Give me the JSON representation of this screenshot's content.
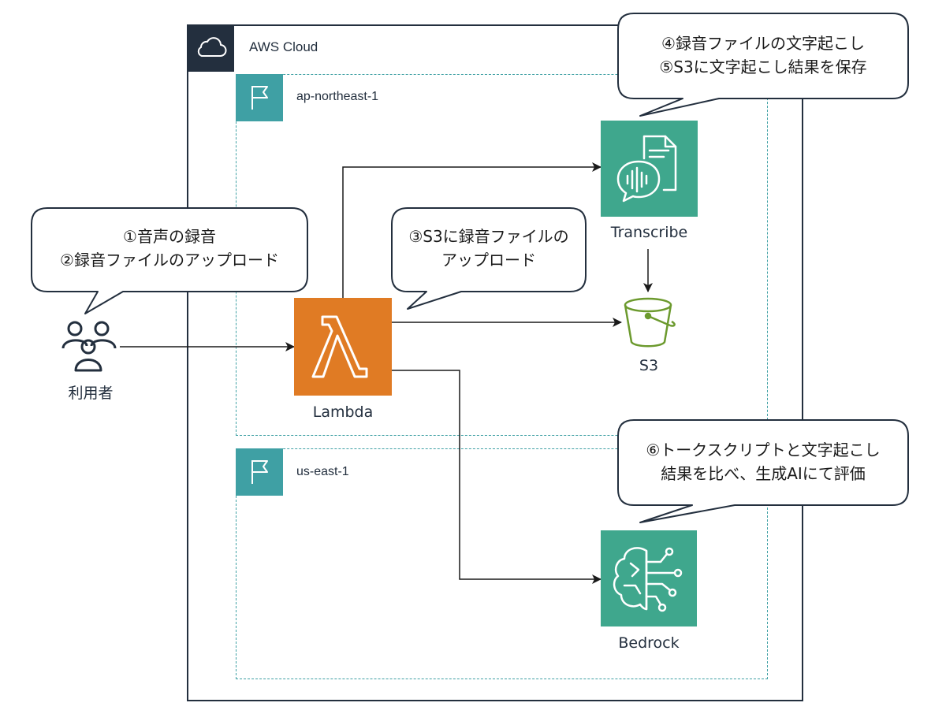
{
  "cloud": {
    "label": "AWS Cloud"
  },
  "regions": [
    {
      "label": "ap-northeast-1"
    },
    {
      "label": "us-east-1"
    }
  ],
  "nodes": {
    "user": {
      "label": "利用者",
      "icon": "users-icon"
    },
    "lambda": {
      "label": "Lambda",
      "icon": "lambda-icon",
      "color": "#e07b24"
    },
    "transcribe": {
      "label": "Transcribe",
      "icon": "transcribe-icon",
      "color": "#3fa78d"
    },
    "s3": {
      "label": "S3",
      "icon": "bucket-icon",
      "color": "#6c9a2e"
    },
    "bedrock": {
      "label": "Bedrock",
      "icon": "brain-circuit-icon",
      "color": "#3fa78d"
    }
  },
  "callouts": {
    "user": {
      "line1": "①音声の録音",
      "line2": "②録音ファイルのアップロード"
    },
    "s3upload": {
      "line1": "③S3に録音ファイルの",
      "line2": "アップロード"
    },
    "transcribe": {
      "line1": "④録音ファイルの文字起こし",
      "line2": "⑤S3に文字起こし結果を保存"
    },
    "bedrock": {
      "line1": "⑥トークスクリプトと文字起こし",
      "line2": "結果を比べ、生成AIにて評価"
    }
  },
  "colors": {
    "region_border": "#3fa0a4",
    "cloud_dark": "#232f3e"
  }
}
